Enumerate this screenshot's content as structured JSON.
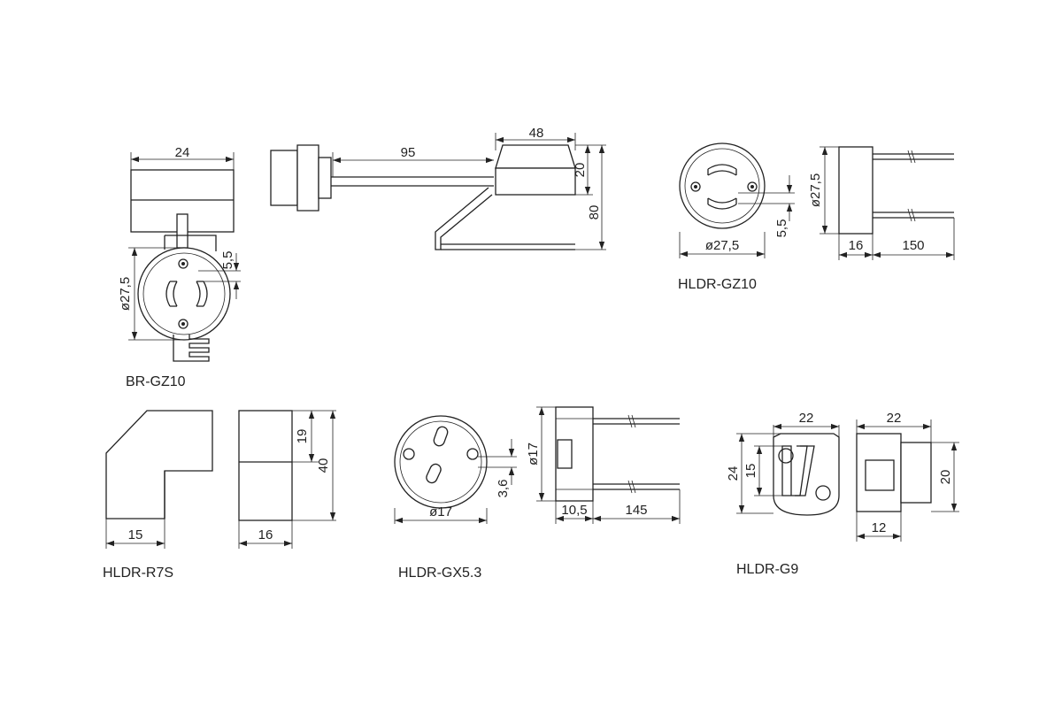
{
  "drawings": {
    "br_gz10": {
      "caption": "BR-GZ10",
      "width": "24",
      "diameter": "ø27,5",
      "offset": "5,5"
    },
    "side_view": {
      "length": "95",
      "depth": "48",
      "height_small": "20",
      "height_total": "80"
    },
    "hldr_gz10": {
      "caption": "HLDR-GZ10",
      "diameter_front": "ø27,5",
      "offset": "5,5",
      "diameter_side": "ø27,5",
      "body": "16",
      "wire": "150"
    },
    "hldr_r7s": {
      "caption": "HLDR-R7S",
      "width": "15",
      "depth": "16",
      "height_upper": "19",
      "height_total": "40"
    },
    "hldr_gx53": {
      "caption": "HLDR-GX5.3",
      "diameter_front": "ø17",
      "offset": "3,6",
      "diameter_side": "ø17",
      "body": "10,5",
      "wire": "145"
    },
    "hldr_g9": {
      "caption": "HLDR-G9",
      "width_front": "22",
      "height_front": "24",
      "inner_height": "15",
      "width_side": "22",
      "height_side": "20",
      "base": "12"
    }
  }
}
